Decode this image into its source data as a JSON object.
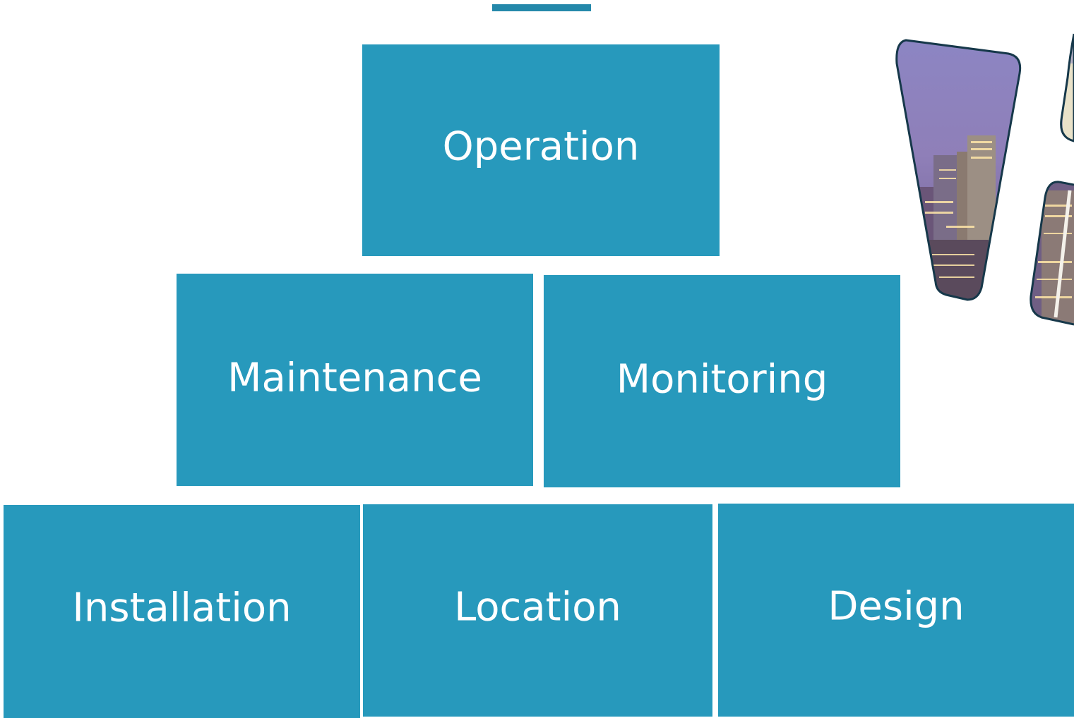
{
  "colors": {
    "block": "#2799bc",
    "accent": "#2488aa",
    "photo_outline": "#16384a"
  },
  "diagram": {
    "tiers": [
      {
        "blocks": [
          {
            "label": "Operation"
          }
        ]
      },
      {
        "blocks": [
          {
            "label": "Maintenance"
          },
          {
            "label": "Monitoring"
          }
        ]
      },
      {
        "blocks": [
          {
            "label": "Installation"
          },
          {
            "label": "Location"
          },
          {
            "label": "Design"
          }
        ]
      }
    ]
  },
  "decor": {
    "image": "city-skyline-photo-icon"
  }
}
